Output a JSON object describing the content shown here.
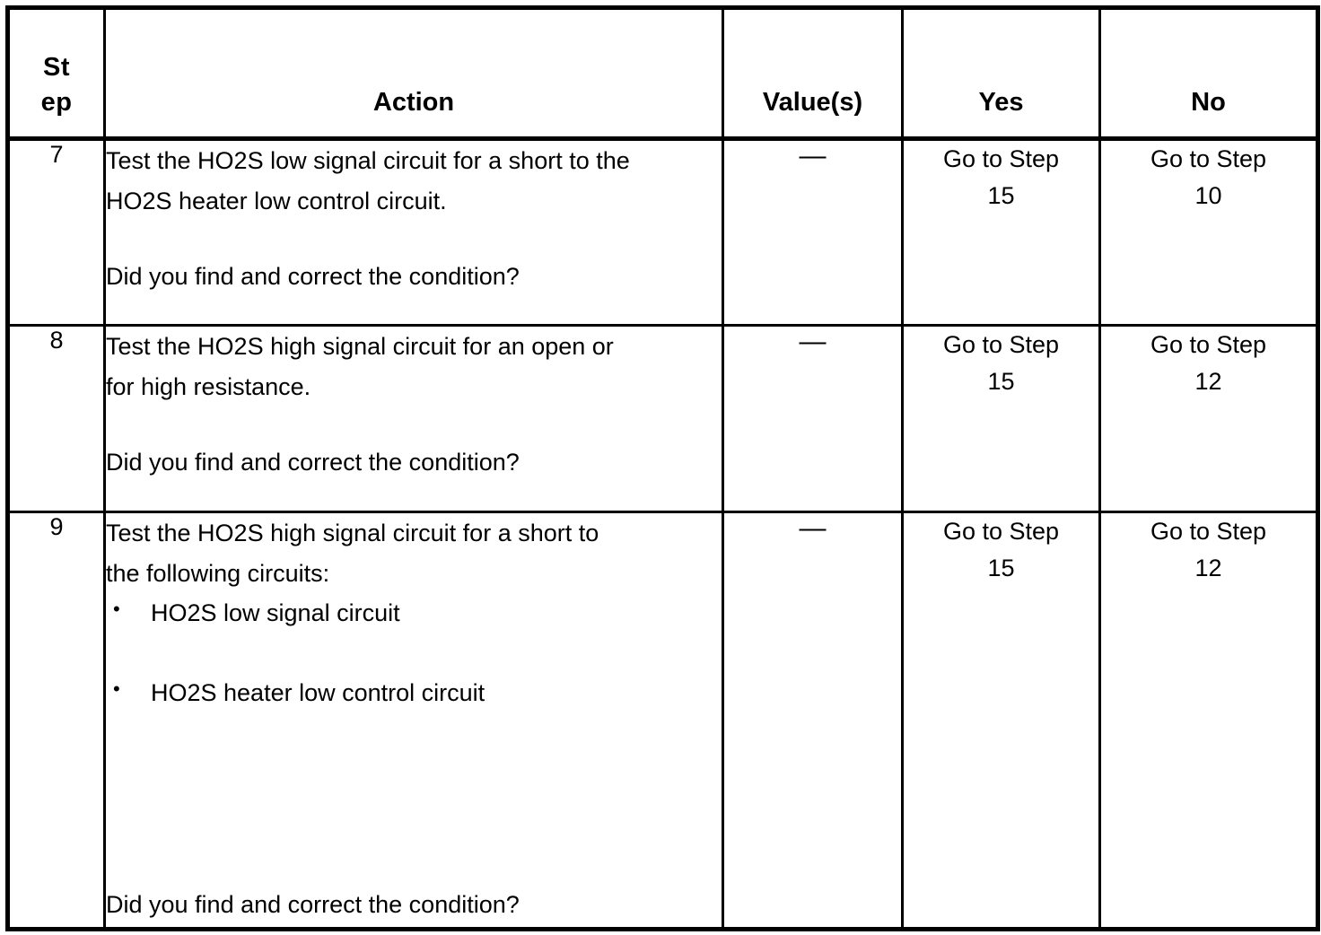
{
  "document": {
    "type": "diagnostic-procedure-table",
    "columns": [
      {
        "key": "step",
        "label_lines": [
          "St",
          "ep"
        ],
        "label": "Step"
      },
      {
        "key": "action",
        "label": "Action"
      },
      {
        "key": "value",
        "label": "Value(s)"
      },
      {
        "key": "yes",
        "label": "Yes"
      },
      {
        "key": "no",
        "label": "No"
      }
    ],
    "rows": [
      {
        "step": "7",
        "action": {
          "lines": [
            "Test the HO2S low signal circuit for a short to the",
            "HO2S heater low control circuit."
          ],
          "question": "Did you find and correct the condition?",
          "bullets": []
        },
        "value": "—",
        "yes": {
          "line1": "Go to Step",
          "line2": "15"
        },
        "no": {
          "line1": "Go to Step",
          "line2": "10"
        }
      },
      {
        "step": "8",
        "action": {
          "lines": [
            "Test the HO2S high signal circuit for an open or",
            "for high resistance."
          ],
          "question": "Did you find and correct the condition?",
          "bullets": []
        },
        "value": "—",
        "yes": {
          "line1": "Go to Step",
          "line2": "15"
        },
        "no": {
          "line1": "Go to Step",
          "line2": "12"
        }
      },
      {
        "step": "9",
        "action": {
          "lines": [
            "Test the HO2S high signal circuit for a short to",
            "the following circuits:"
          ],
          "bullets": [
            "HO2S low signal circuit",
            "HO2S heater low control circuit"
          ],
          "question": "Did you find and correct the condition?"
        },
        "value": "—",
        "yes": {
          "line1": "Go to Step",
          "line2": "15"
        },
        "no": {
          "line1": "Go to Step",
          "line2": "12"
        }
      }
    ],
    "symbols": {
      "bullet": "•",
      "em_dash": "—"
    },
    "colors": {
      "text": "#000000",
      "background": "#ffffff",
      "border": "#000000"
    }
  }
}
